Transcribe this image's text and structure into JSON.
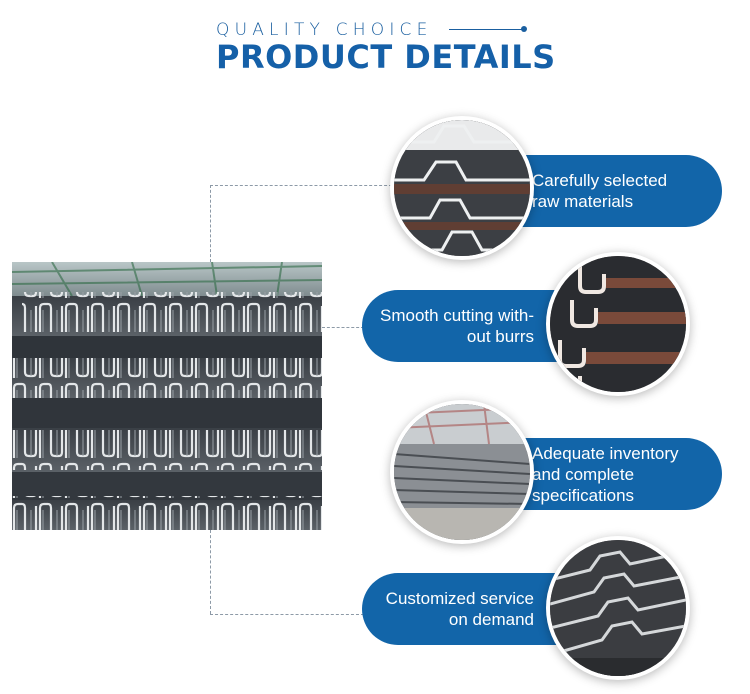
{
  "header": {
    "subtitle": "QUALITY CHOICE",
    "title": "PRODUCT DETAILS"
  },
  "features": [
    {
      "text": "Carefully selected\nraw materials",
      "image": "stacked-sheet-piles-closeup"
    },
    {
      "text": "Smooth cutting with-\nout burrs",
      "image": "sheet-pile-profile-ends"
    },
    {
      "text": "Adequate inventory\nand complete\nspecifications",
      "image": "warehouse-stock"
    },
    {
      "text": "Customized service\non demand",
      "image": "angled-sheet-pile-stack"
    }
  ],
  "colors": {
    "brand_blue": "#1265a9",
    "title_blue": "#1560a8",
    "connector": "#8d9aa7"
  }
}
